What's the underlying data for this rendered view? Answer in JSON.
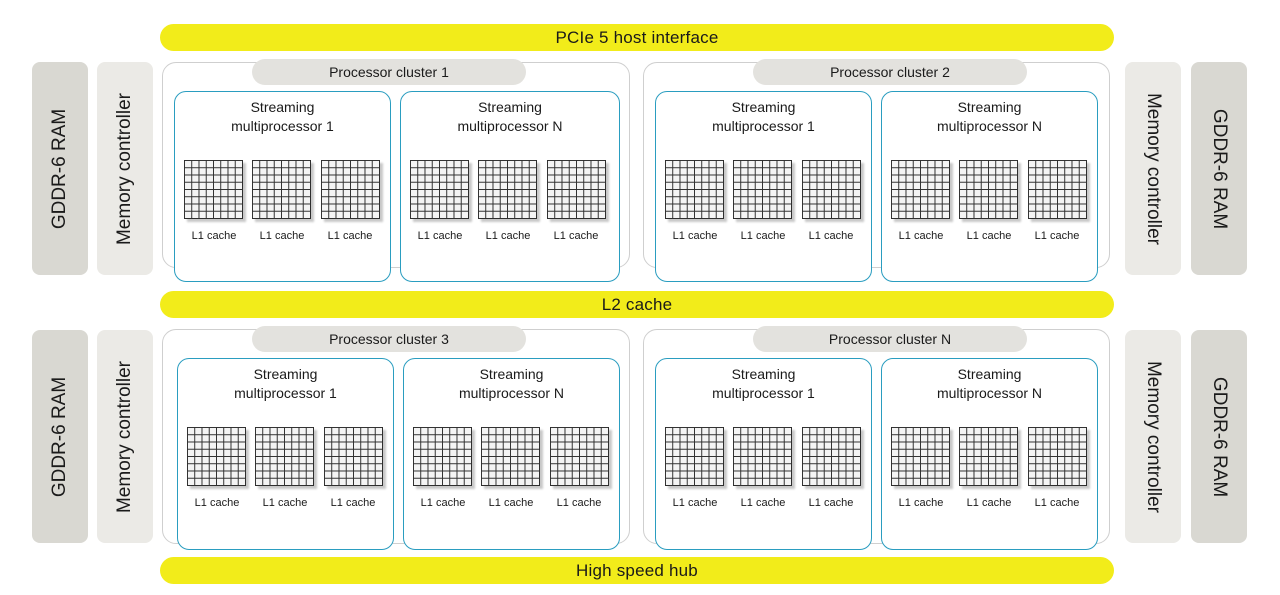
{
  "buses": {
    "host": "PCIe 5 host interface",
    "l2": "L2 cache",
    "hub": "High speed hub"
  },
  "side": {
    "ram": "GDDR-6 RAM",
    "mc": "Memory controller"
  },
  "clusters": [
    {
      "title": "Processor cluster 1",
      "sms": [
        "Streaming\nmultiprocessor 1",
        "Streaming\nmultiprocessor N"
      ]
    },
    {
      "title": "Processor cluster 2",
      "sms": [
        "Streaming\nmultiprocessor 1",
        "Streaming\nmultiprocessor N"
      ]
    },
    {
      "title": "Processor cluster 3",
      "sms": [
        "Streaming\nmultiprocessor 1",
        "Streaming\nmultiprocessor N"
      ]
    },
    {
      "title": "Processor cluster N",
      "sms": [
        "Streaming\nmultiprocessor 1",
        "Streaming\nmultiprocessor N"
      ]
    }
  ],
  "cache_label": "L1 cache",
  "colors": {
    "bus": "#f2ec1a",
    "sm_border": "#2a9dc0",
    "ram_box": "#d9d8d2",
    "mc_box": "#ebeae6"
  }
}
